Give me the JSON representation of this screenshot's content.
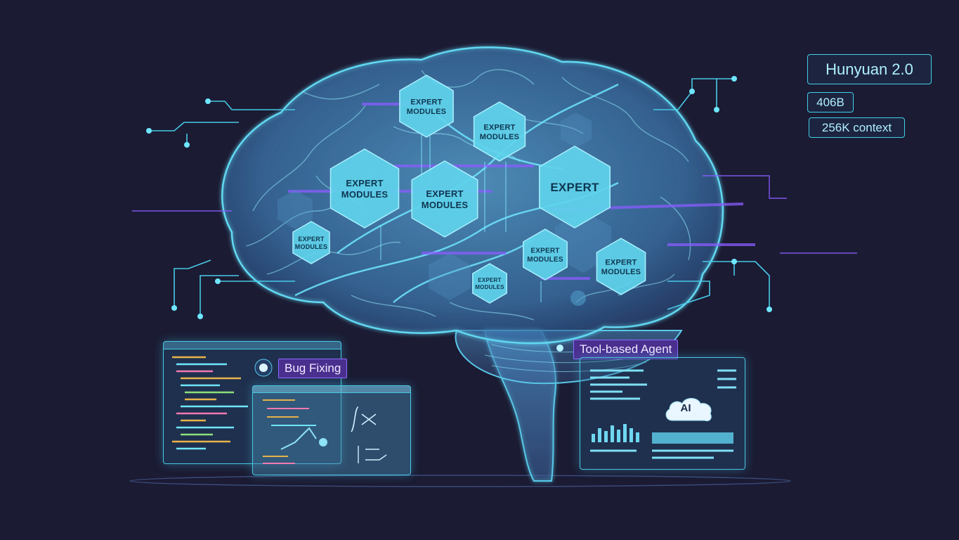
{
  "colors": {
    "background": "#1b1b33",
    "cyan": "#48d4ea",
    "purple": "#8a5cff",
    "hex_fill": "#5fd3ec"
  },
  "info": {
    "model_name": "Hunyuan 2.0",
    "params": "406B",
    "context": "256K context"
  },
  "hexagons": [
    {
      "line1": "EXPERT",
      "line2": "MODULES"
    },
    {
      "line1": "EXPERT",
      "line2": "MODULES"
    },
    {
      "line1": "EXPERT",
      "line2": "MODULES"
    },
    {
      "line1": "EXPERT",
      "line2": "MODULES"
    },
    {
      "line1": "EXPERT",
      "line2": ""
    },
    {
      "line1": "EXPERT",
      "line2": "MODULES"
    },
    {
      "line1": "EXPERT",
      "line2": "MODULES"
    },
    {
      "line1": "EXPERT",
      "line2": "MODULES"
    },
    {
      "line1": "EXPERT",
      "line2": "MODULES"
    }
  ],
  "labels": {
    "bug_fixing": "Bug Fixing",
    "tool_agent": "Tool-based Agent",
    "ai": "AI"
  },
  "icons": [
    "brain-icon",
    "circuit-traces",
    "code-editor-icon",
    "cloud-icon",
    "bar-chart-icon"
  ]
}
